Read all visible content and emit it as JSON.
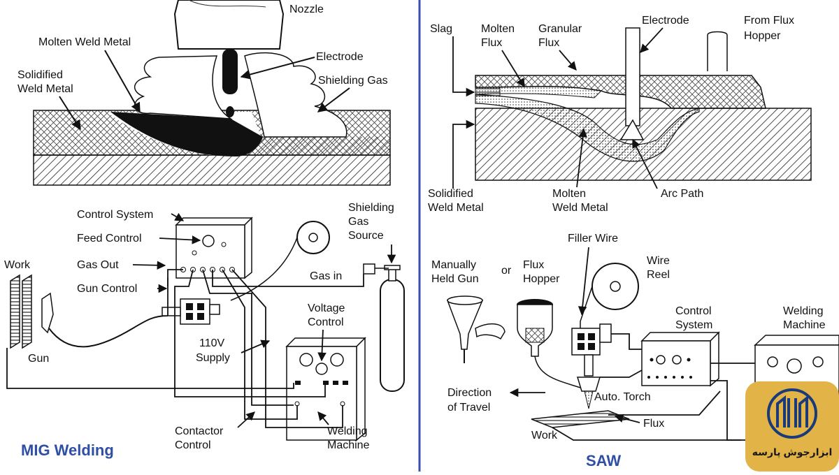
{
  "mig": {
    "title": "MIG Welding",
    "weld_labels": {
      "nozzle": "Nozzle",
      "molten_weld_metal": "Molten Weld Metal",
      "electrode": "Electrode",
      "solidified_1": "Solidified",
      "solidified_2": "Weld Metal",
      "shielding_gas": "Shielding Gas"
    },
    "setup_labels": {
      "control_system": "Control System",
      "feed_control": "Feed Control",
      "gas_out": "Gas Out",
      "gun_control": "Gun Control",
      "work": "Work",
      "gun": "Gun",
      "supply_1": "110V",
      "supply_2": "Supply",
      "gas_in": "Gas in",
      "shielding_source_1": "Shielding",
      "shielding_source_2": "Gas",
      "shielding_source_3": "Source",
      "voltage_control_1": "Voltage",
      "voltage_control_2": "Control",
      "contactor_1": "Contactor",
      "contactor_2": "Control",
      "machine_1": "Welding",
      "machine_2": "Machine"
    }
  },
  "saw": {
    "title": "SAW",
    "weld_labels": {
      "slag": "Slag",
      "molten_flux_1": "Molten",
      "molten_flux_2": "Flux",
      "granular_flux_1": "Granular",
      "granular_flux_2": "Flux",
      "electrode": "Electrode",
      "from_hopper_1": "From Flux",
      "from_hopper_2": "Hopper",
      "solidified_1": "Solidified",
      "solidified_2": "Weld Metal",
      "molten_1": "Molten",
      "molten_2": "Weld Metal",
      "arc_path": "Arc Path"
    },
    "setup_labels": {
      "filler_wire": "Filler Wire",
      "manual_1": "Manually",
      "manual_2": "Held Gun",
      "or": "or",
      "flux_hopper_1": "Flux",
      "flux_hopper_2": "Hopper",
      "wire_reel_1": "Wire",
      "wire_reel_2": "Reel",
      "control_1": "Control",
      "control_2": "System",
      "machine_1": "Welding",
      "machine_2": "Machine",
      "direction_1": "Direction",
      "direction_2": "of Travel",
      "auto_torch": "Auto. Torch",
      "flux": "Flux",
      "work": "Work"
    }
  },
  "logo": {
    "text": "ابزارجوش پارسه",
    "bg_color": "#e2b347"
  },
  "colors": {
    "divider": "#3a4fb0",
    "title": "#2f4fa6"
  }
}
